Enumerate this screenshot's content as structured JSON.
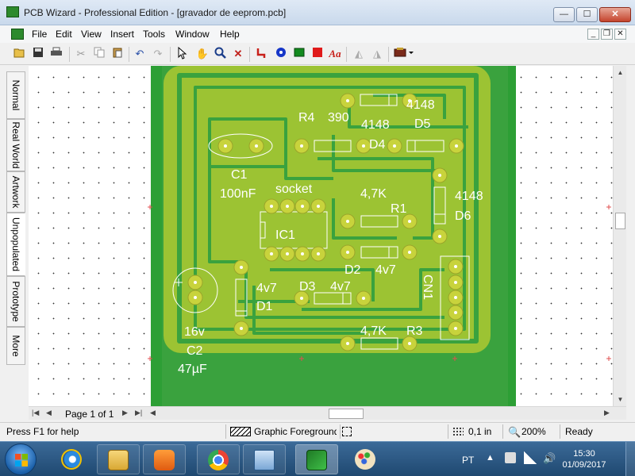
{
  "window": {
    "title": "PCB Wizard - Professional Edition - [gravador de eeprom.pcb]",
    "minimize_glyph": "—",
    "maximize_glyph": "☐",
    "close_glyph": "✕"
  },
  "menu": {
    "items": [
      "File",
      "Edit",
      "View",
      "Insert",
      "Tools",
      "Window",
      "Help"
    ],
    "mdi_minimize": "_",
    "mdi_restore": "❐",
    "mdi_close": "✕"
  },
  "toolbar": {
    "icons": [
      "open-icon",
      "save-icon",
      "print-icon",
      "cut-icon",
      "copy-icon",
      "paste-icon",
      "undo-icon",
      "redo-icon",
      "select-icon",
      "pan-icon",
      "zoom-icon",
      "delete-icon",
      "track-icon",
      "pad-icon",
      "smd-icon",
      "block-icon",
      "text-icon",
      "flip-h-icon",
      "flip-v-icon",
      "component-icon"
    ],
    "text_tool_label": "Aa"
  },
  "side_tabs": [
    "Normal",
    "Real World",
    "Artwork",
    "Unpopulated",
    "Prototype",
    "More"
  ],
  "active_side_tab": "Unpopulated",
  "board": {
    "labels": [
      "R4",
      "390",
      "4148",
      "D4",
      "4148",
      "D5",
      "C1",
      "100nF",
      "socket",
      "4,7K",
      "R1",
      "4148",
      "D6",
      "IC1",
      "D2",
      "4v7",
      "CN1",
      "4v7",
      "D1",
      "D3",
      "4v7",
      "4,7K",
      "R3",
      "16v",
      "C2",
      "47µF"
    ],
    "colors": {
      "board_edge": "#2d9f35",
      "copper": "#9cc333",
      "track_gap": "#3aa23e",
      "pad": "#c8d33c",
      "silkscreen": "#ffffff"
    }
  },
  "navigation": {
    "page_label": "Page 1 of 1"
  },
  "statusbar": {
    "help": "Press F1 for help",
    "layer": "Graphic Foreground",
    "grid": "0,1 in",
    "zoom": "200%",
    "state": "Ready"
  },
  "taskbar": {
    "language": "PT",
    "time": "15:30",
    "date": "01/09/2017",
    "apps": [
      "internet-explorer-icon",
      "file-explorer-icon",
      "media-player-icon",
      "chrome-icon",
      "remote-desktop-icon",
      "pcb-wizard-icon",
      "paint-icon"
    ]
  }
}
